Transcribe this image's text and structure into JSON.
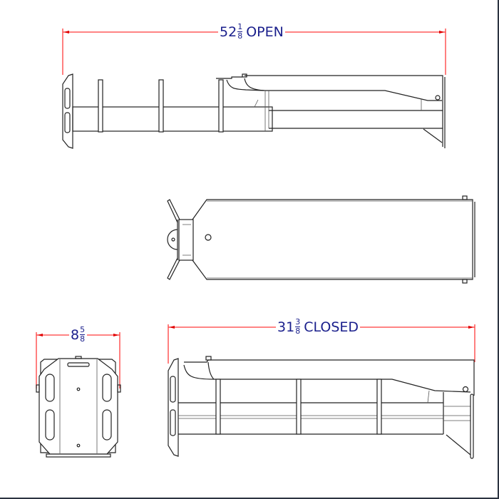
{
  "drawing": {
    "type": "technical-dimension-drawing",
    "views": [
      {
        "name": "side-view-open",
        "label": ""
      },
      {
        "name": "top-view",
        "label": ""
      },
      {
        "name": "end-view",
        "label": ""
      },
      {
        "name": "side-view-closed",
        "label": ""
      }
    ]
  },
  "dimensions": {
    "open": {
      "whole": "52",
      "numerator": "1",
      "denominator": "8",
      "suffix": "OPEN"
    },
    "closed": {
      "whole": "31",
      "numerator": "3",
      "denominator": "8",
      "suffix": "CLOSED"
    },
    "width": {
      "whole": "8",
      "numerator": "5",
      "denominator": "8",
      "suffix": ""
    }
  },
  "colors": {
    "dimension_line": "#ff3b3b",
    "dimension_text": "#1a1f8c",
    "outline": "#222222",
    "frame_border": "#2b3340"
  }
}
